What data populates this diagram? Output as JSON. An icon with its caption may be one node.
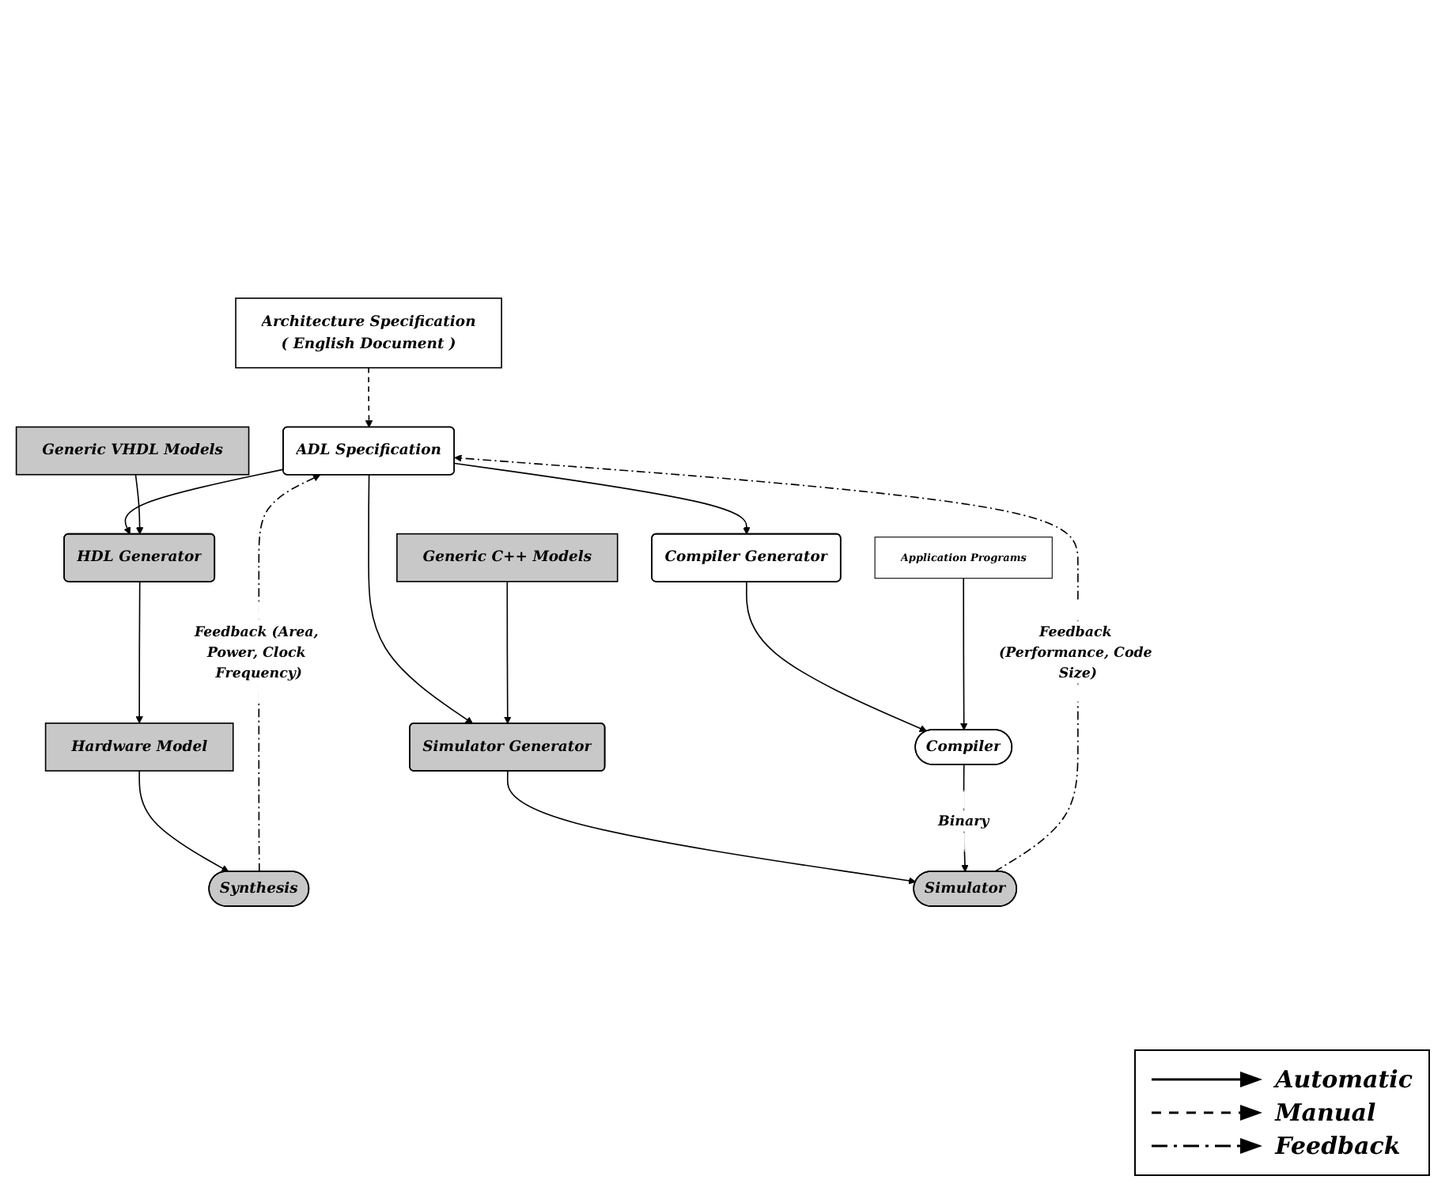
{
  "diagram": {
    "nodes": [
      {
        "text": [
          "Architecture Specification",
          "( English Document )"
        ]
      },
      {
        "text": [
          "ADL Specification"
        ]
      },
      {
        "text": [
          "Generic VHDL Models"
        ]
      },
      {
        "text": [
          "Generic C++ Models"
        ]
      },
      {
        "text": [
          "HDL Generator"
        ]
      },
      {
        "text": [
          "Compiler Generator"
        ]
      },
      {
        "text": [
          "Simulator Generator"
        ]
      },
      {
        "text": [
          "Application Programs"
        ]
      },
      {
        "text": [
          "Hardware Model"
        ]
      },
      {
        "text": [
          "Compiler"
        ]
      },
      {
        "text": [
          "Simulator"
        ]
      },
      {
        "text": [
          "Synthesis"
        ]
      }
    ],
    "edges": [
      {
        "from": 0,
        "to": 1,
        "arrow": "to",
        "style": "dashed"
      },
      {
        "from": 1,
        "to": 4,
        "arrow": "to"
      },
      {
        "from": 1,
        "to": 5,
        "arrow": "to"
      },
      {
        "from": 1,
        "to": 6,
        "arrow": "to"
      },
      {
        "from": 2,
        "to": 4,
        "arrow": "to"
      },
      {
        "from": 3,
        "to": 6,
        "arrow": "to"
      },
      {
        "from": 4,
        "to": 8,
        "arrow": "to"
      },
      {
        "from": 5,
        "to": 9,
        "arrow": "to"
      },
      {
        "from": 6,
        "to": 10,
        "arrow": "to"
      },
      {
        "from": 7,
        "to": 9,
        "arrow": "to"
      },
      {
        "from": 9,
        "to": 10,
        "arrow": "to",
        "label": "Binary"
      },
      {
        "from": 8,
        "to": 11,
        "arrow": "to"
      },
      {
        "from": 11,
        "to": 1,
        "arrow": "to",
        "style": "dashed",
        "label": "Feedback (Area, Power, Clock Frequency)"
      },
      {
        "from": 10,
        "to": 1,
        "arrow": "to",
        "style": "dashed",
        "label": "Feedback (Performance, Code Size)"
      }
    ],
    "legend": [
      {
        "text": "Automatic"
      },
      {
        "text": "Manual"
      },
      {
        "text": "Feedback"
      }
    ]
  }
}
